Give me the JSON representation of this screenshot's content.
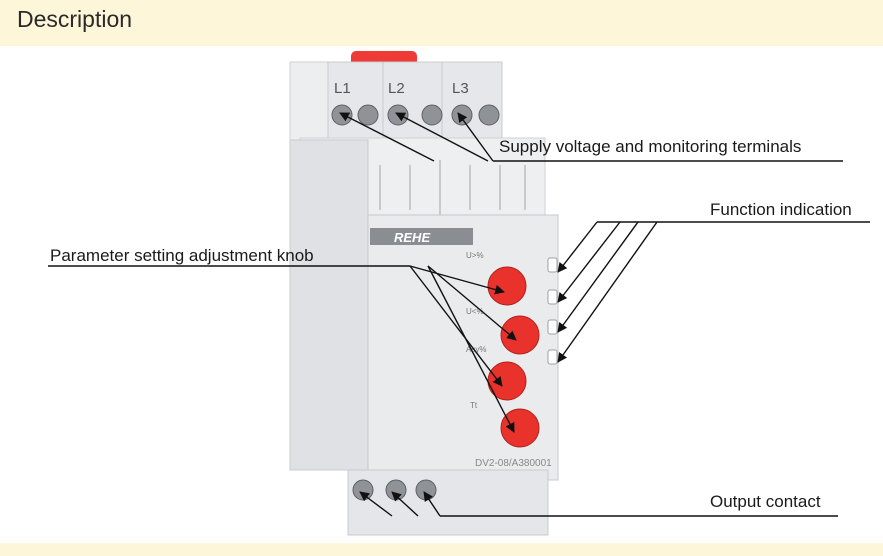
{
  "header": {
    "title": "Description"
  },
  "device": {
    "brand": "REHE",
    "model": "DV2-08/A380001",
    "terminals": [
      "L1",
      "L2",
      "L3"
    ],
    "knob_labels": [
      "U>%",
      "U<%",
      "Asy%",
      "Tt"
    ]
  },
  "callouts": {
    "supply": "Supply voltage and monitoring terminals",
    "function": "Function indication",
    "parameter": "Parameter setting adjustment knob",
    "output": "Output contact"
  },
  "colors": {
    "header_bg": "#fdf6d8",
    "knob": "#e8322b",
    "housing": "#e6e8ea",
    "brand_band": "#8a8d92"
  }
}
